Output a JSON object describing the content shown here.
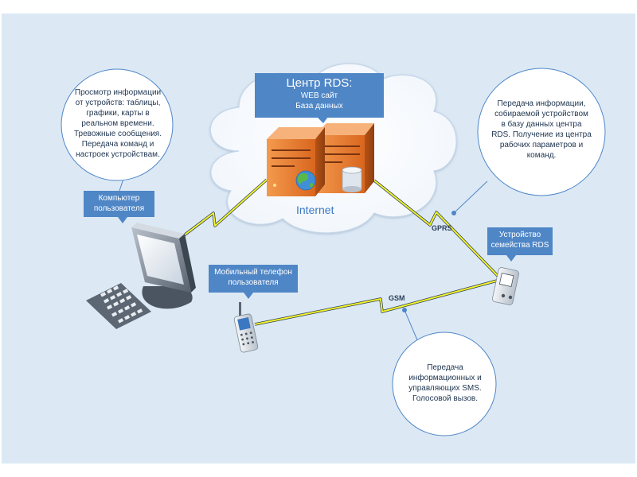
{
  "center": {
    "title": "Центр RDS:",
    "line1": "WEB сайт",
    "line2": "База данных"
  },
  "cloud_label": "Internet",
  "computer_label": {
    "line1": "Компьютер",
    "line2": "пользователя"
  },
  "mobile_label": {
    "line1": "Мобильный телефон",
    "line2": "пользователя"
  },
  "device_label": {
    "line1": "Устройство",
    "line2": "семейства RDS"
  },
  "bubble_left": {
    "lines": [
      "Просмотр информации",
      "от устройств: таблицы,",
      "графики, карты в",
      "реальном времени.",
      "Тревожные сообщения.",
      "Передача команд и",
      "настроек устройствам."
    ]
  },
  "bubble_right": {
    "lines": [
      "Передача информации,",
      "собираемой устройством",
      "в базу данных центра",
      "RDS. Получение из центра",
      "рабочих параметров и",
      "команд."
    ]
  },
  "bubble_bottom": {
    "lines": [
      "Передача",
      "информационных и",
      "управляющих SMS.",
      "Голосовой вызов."
    ]
  },
  "links": {
    "gprs": "GPRS",
    "gsm": "GSM"
  },
  "colors": {
    "background_panel": "#dce9f5",
    "label_box": "#4f86c6",
    "lightning": "#f2f22a",
    "server_orange": "#e8742a",
    "connector": "#4f86c6"
  }
}
